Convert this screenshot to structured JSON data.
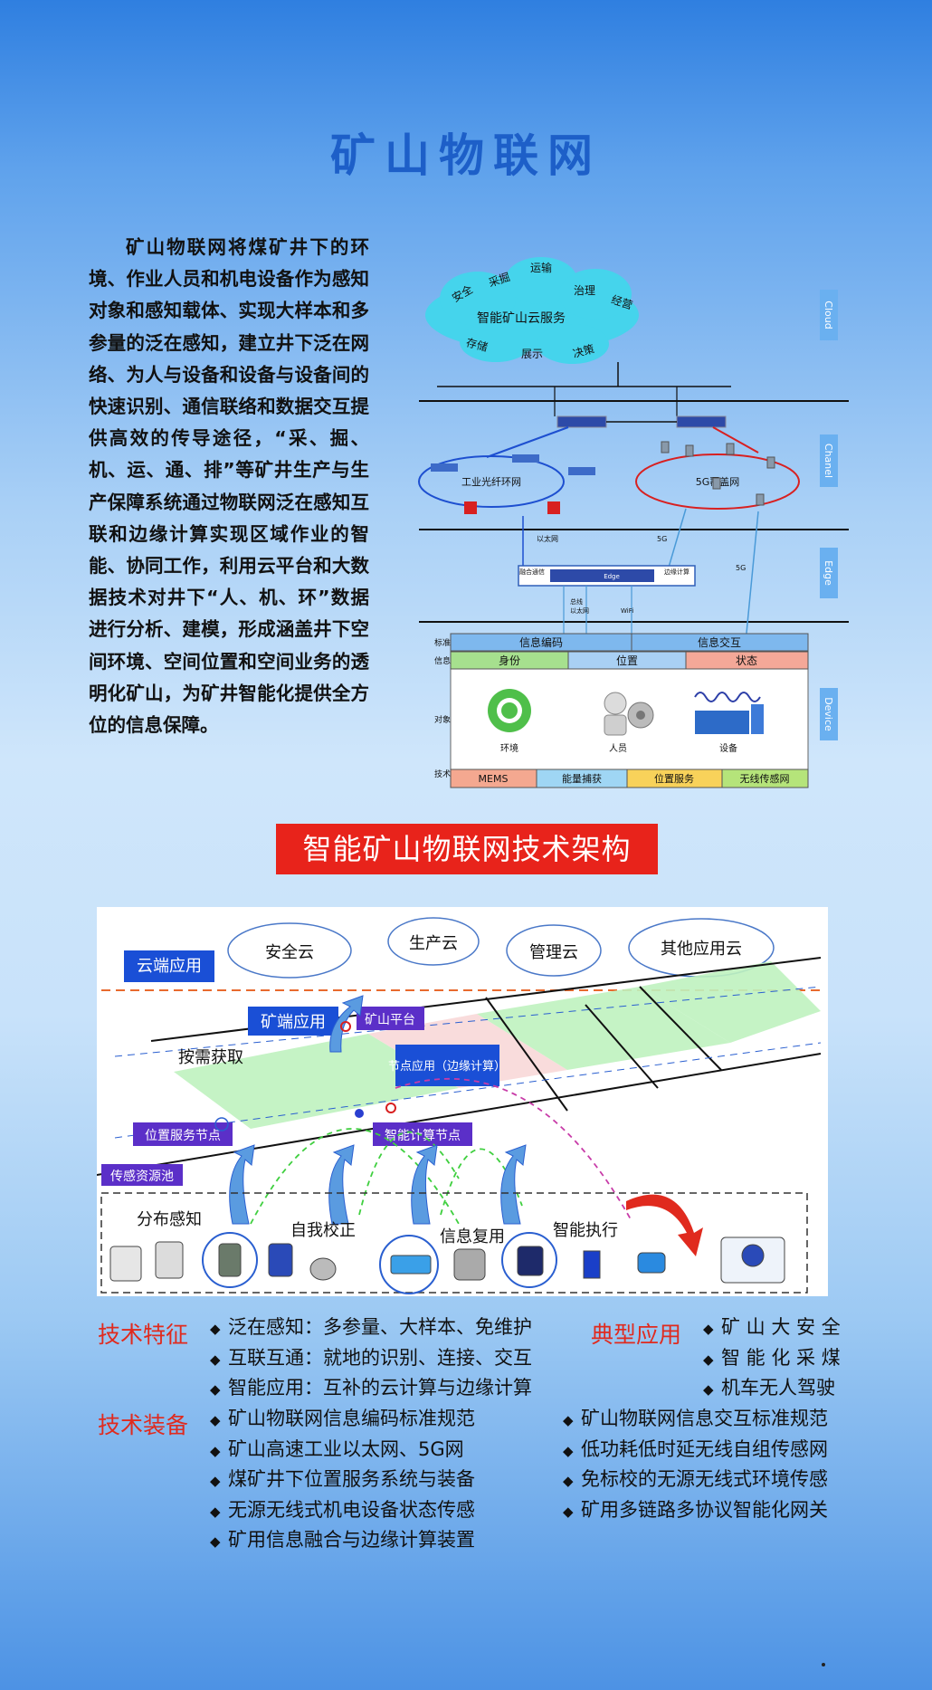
{
  "title": "矿山物联网",
  "intro": "矿山物联网将煤矿井下的环境、作业人员和机电设备作为感知对象和感知载体、实现大样本和多参量的泛在感知，建立井下泛在网络、为人与设备和设备与设备间的快速识别、通信联络和数据交互提供高效的传导途径，“采、掘、机、运、通、排”等矿井生产与生产保障系统通过物联网泛在感知互联和边缘计算实现区域作业的智能、协同工作，利用云平台和大数据技术对井下“人、机、环”数据进行分析、建模，形成涵盖井下空间环境、空间位置和空间业务的透明化矿山，为矿井智能化提供全方位的信息保障。",
  "arch1": {
    "cloud": {
      "center": "智能矿山云服务",
      "words": [
        "运输",
        "采掘",
        "安全",
        "治理",
        "经营",
        "存储",
        "展示",
        "决策"
      ]
    },
    "layers": [
      "Cloud",
      "Chanel",
      "Edge",
      "Device"
    ],
    "rings": [
      "工业光纤环网",
      "5G覆盖网"
    ],
    "links": {
      "eth": "以太网",
      "r5g": "5G",
      "r5g2": "5G",
      "bus": "总线",
      "eth2": "以太网",
      "wifi": "WiFi"
    },
    "edge_box": {
      "left": "融合通信",
      "right": "边缘计算",
      "mid": "Edge"
    },
    "row_labels": {
      "std": "标准",
      "info": "信息",
      "obj": "对象",
      "tech": "技术"
    },
    "std_cells": [
      "信息编码",
      "信息交互"
    ],
    "info_cells": [
      "身份",
      "位置",
      "状态"
    ],
    "objects": [
      "环境",
      "人员",
      "设备"
    ],
    "tech_cells": [
      "MEMS",
      "能量捕获",
      "位置服务",
      "无线传感网"
    ]
  },
  "banner": "智能矿山物联网技术架构",
  "arch2": {
    "cloud_app": "云端应用",
    "clouds": [
      "安全云",
      "生产云",
      "管理云",
      "其他应用云"
    ],
    "mine_app": "矿端应用",
    "mine_platform": "矿山平台",
    "on_demand": "按需获取",
    "node_app": "节点应用（边缘计算）",
    "pos_node": "位置服务节点",
    "smart_node": "智能计算节点",
    "sensor_pool": "传感资源池",
    "stages": [
      "分布感知",
      "自我校正",
      "信息复用",
      "智能执行"
    ]
  },
  "features": {
    "heading": "技术特征",
    "items": [
      "泛在感知：多参量、大样本、免维护",
      "互联互通：就地的识别、连接、交互",
      "智能应用：互补的云计算与边缘计算"
    ]
  },
  "apps": {
    "heading": "典型应用",
    "items": [
      "矿 山 大 安 全",
      "智 能 化 采 煤",
      "机车无人驾驶"
    ]
  },
  "equip": {
    "heading": "技术装备",
    "left": [
      "矿山物联网信息编码标准规范",
      "矿山高速工业以太网、5G网",
      "煤矿井下位置服务系统与装备",
      "无源无线式机电设备状态传感",
      "矿用信息融合与边缘计算装置"
    ],
    "right": [
      "矿山物联网信息交互标准规范",
      "低功耗低时延无线自组传感网",
      "免标校的无源无线式环境传感",
      "矿用多链路多协议智能化网关"
    ]
  },
  "colors": {
    "title": "#1d5fc8",
    "red": "#e02a1e",
    "banner": "#e8231b",
    "label_blue": "#1a4fd6",
    "label_purple": "#5b2fc8"
  }
}
